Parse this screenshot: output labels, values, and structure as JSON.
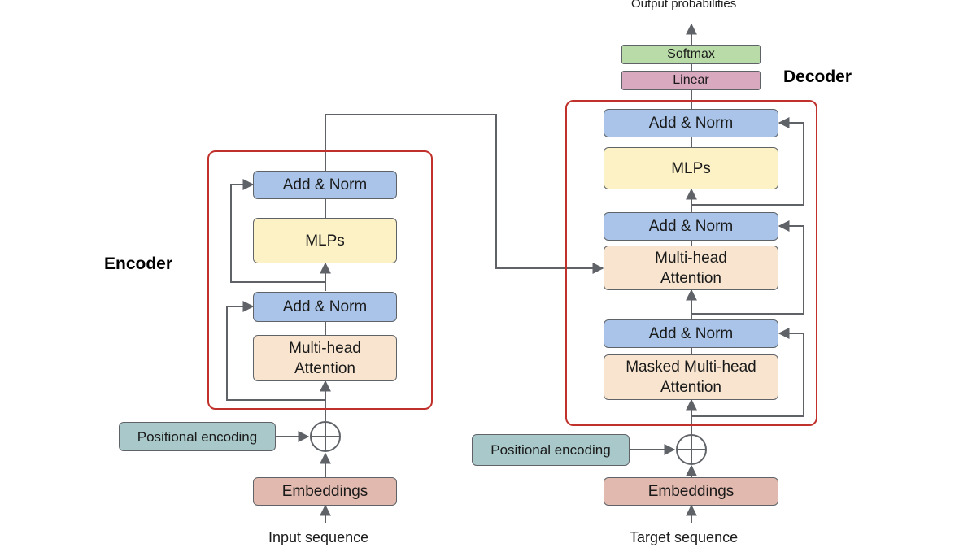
{
  "encoder": {
    "title": "Encoder",
    "add_norm_top": "Add & Norm",
    "mlps": "MLPs",
    "add_norm_bottom": "Add & Norm",
    "attention": [
      "Multi-head",
      "Attention"
    ],
    "positional_encoding": "Positional encoding",
    "embeddings": "Embeddings",
    "input_label": "Input sequence"
  },
  "decoder": {
    "title": "Decoder",
    "output_label": "Output probabilities",
    "softmax": "Softmax",
    "linear": "Linear",
    "add_norm_top": "Add & Norm",
    "mlps": "MLPs",
    "add_norm_mid": "Add & Norm",
    "cross_attention": [
      "Multi-head",
      "Attention"
    ],
    "add_norm_bottom": "Add & Norm",
    "masked_attention": [
      "Masked Multi-head",
      "Attention"
    ],
    "positional_encoding": "Positional encoding",
    "embeddings": "Embeddings",
    "input_label": "Target sequence"
  },
  "colors": {
    "frame": "#c0312b",
    "add_norm": "#a9c4e8",
    "mlp": "#fdf2c6",
    "attention": "#f9e5cf",
    "embeddings": "#e2b9ae",
    "positional": "#a9c8c9",
    "softmax": "#b8dba8",
    "linear": "#d9a9bf",
    "arrow": "#5f6368"
  },
  "icons": {
    "sum_node": "circled-plus-icon"
  }
}
